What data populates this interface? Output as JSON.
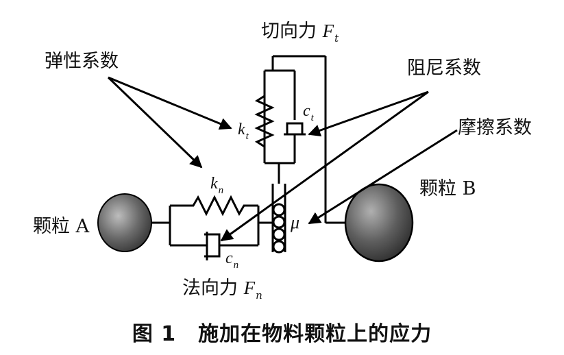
{
  "labels": {
    "tangential_force": {
      "text": "切向力",
      "symbol": "F",
      "sub": "t"
    },
    "normal_force": {
      "text": "法向力",
      "symbol": "F",
      "sub": "n"
    },
    "elastic_coefficient": "弹性系数",
    "damping_coefficient": "阻尼系数",
    "friction_coefficient": "摩擦系数",
    "particle_a": "颗粒 A",
    "particle_b": "颗粒 B",
    "kt": {
      "symbol": "k",
      "sub": "t"
    },
    "kn": {
      "symbol": "k",
      "sub": "n"
    },
    "ct": {
      "symbol": "c",
      "sub": "t"
    },
    "cn": {
      "symbol": "c",
      "sub": "n"
    },
    "mu": "μ"
  },
  "caption": {
    "number": "图 1",
    "title": "施加在物料颗粒上的应力"
  }
}
